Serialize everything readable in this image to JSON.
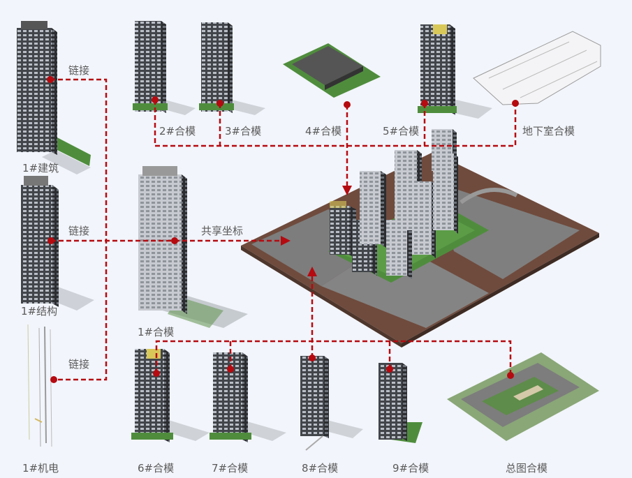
{
  "labels": {
    "link_top": "链接",
    "link_mid": "链接",
    "link_bottom": "链接",
    "shared_coord": "共享坐标",
    "b1_arch": "1#建筑",
    "b1_struct": "1#结构",
    "b1_mep": "1#机电",
    "m1": "1#合模",
    "m2": "2#合模",
    "m3": "3#合模",
    "m4": "4#合模",
    "m5": "5#合模",
    "basement": "地下室合模",
    "m6": "6#合模",
    "m7": "7#合模",
    "m8": "8#合模",
    "m9": "9#合模",
    "site": "总图合模"
  },
  "colors": {
    "connector": "#b50a10",
    "tower_dark": "#3f4144",
    "tower_light": "#c9ccd1",
    "site_soil": "#7a5444",
    "site_road": "#7d7d7d",
    "site_grass": "#4f8d3d",
    "background": "#f2f5fb"
  }
}
